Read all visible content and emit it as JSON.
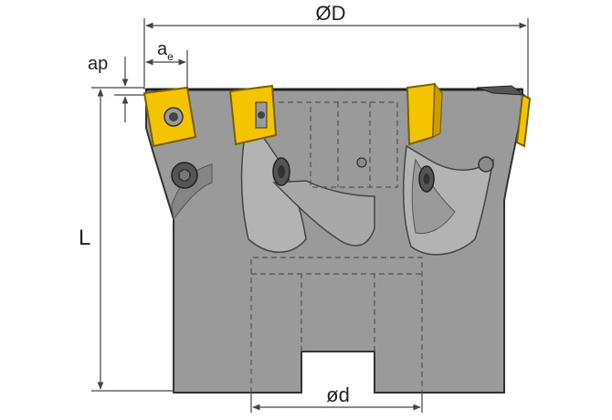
{
  "labels": {
    "outer_diameter": "ØD",
    "depth_of_cut": "ap",
    "engagement_main": "a",
    "engagement_sub": "e",
    "length": "L",
    "bore_diameter": "ød"
  },
  "colors": {
    "body_fill": "#9a9a9a",
    "body_dark": "#858585",
    "body_light": "#b3b3b3",
    "insert_fill": "#f5c400",
    "insert_edge": "#7a6000",
    "outline": "#333333",
    "dim_line": "#444444",
    "hidden_line": "#555555"
  }
}
